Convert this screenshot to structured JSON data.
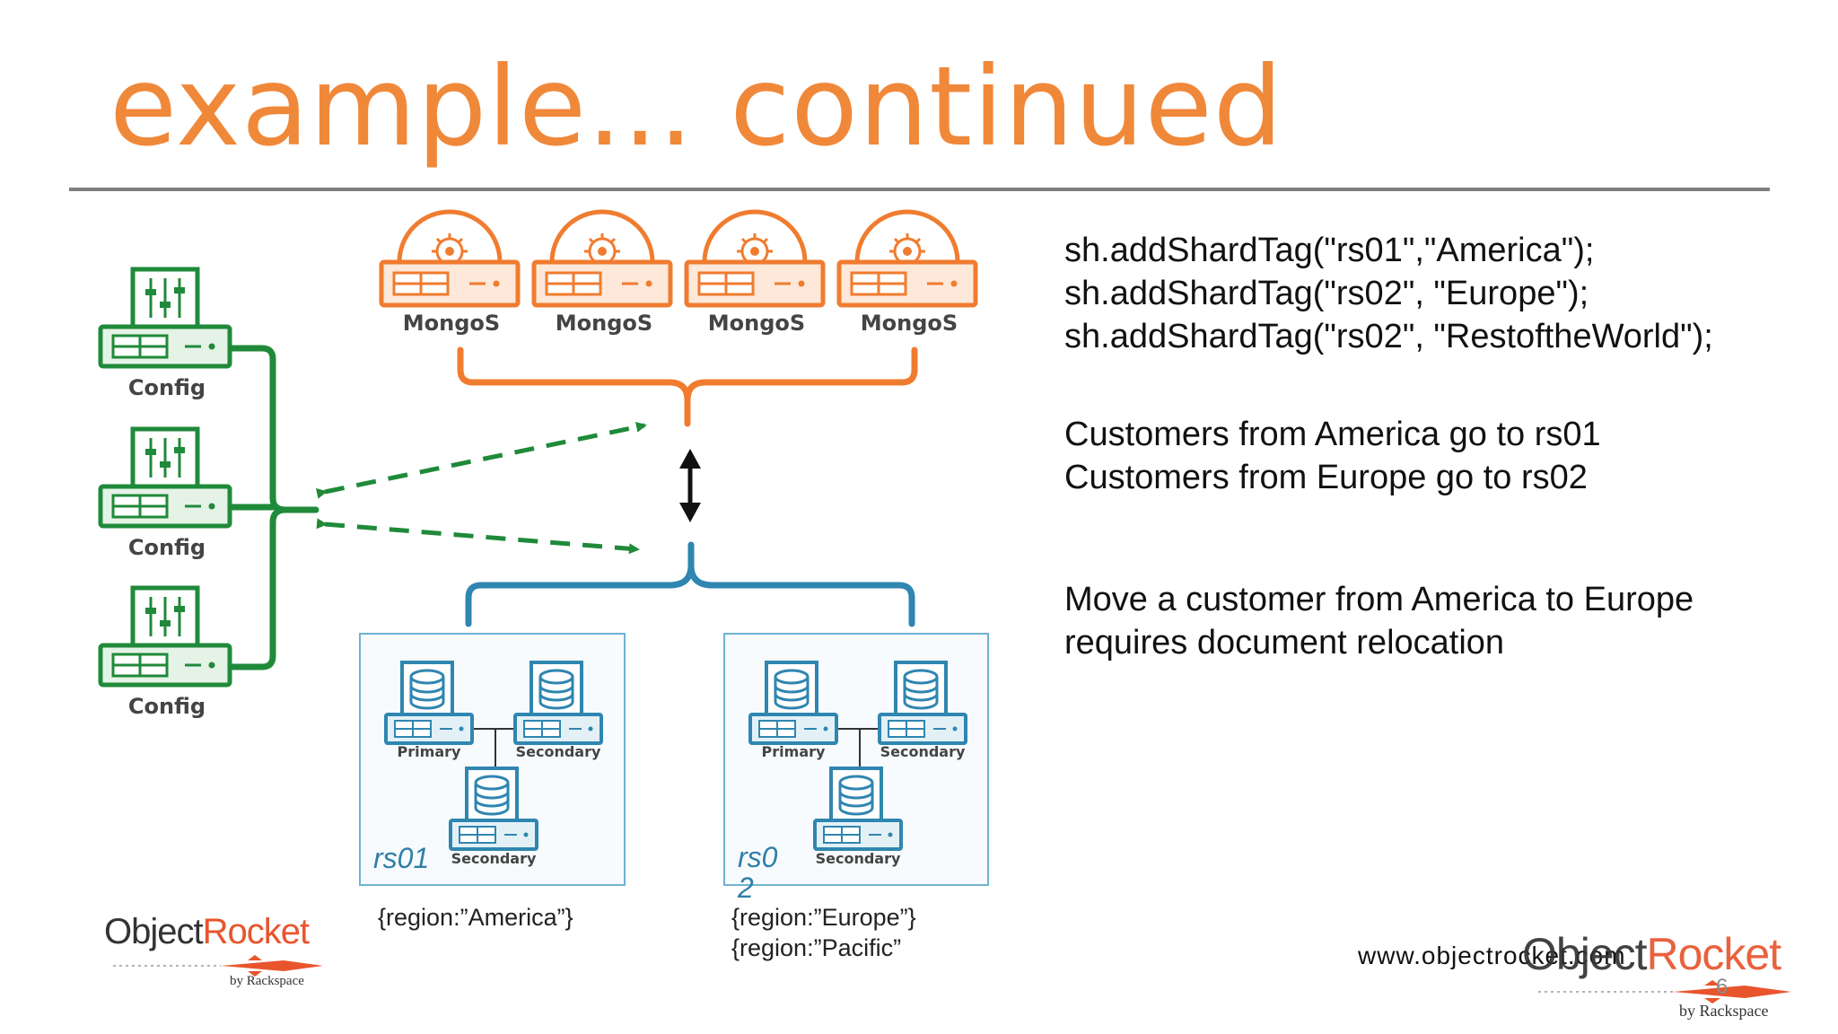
{
  "slide": {
    "title": "example... continued",
    "code_lines": [
      "sh.addShardTag(\"rs01\",\"America\");",
      "sh.addShardTag(\"rs02\", \"Europe\");",
      "sh.addShardTag(\"rs02\", \"RestoftheWorld\");"
    ],
    "notes": [
      [
        "Customers from America go to rs01",
        "Customers from Europe go to rs02"
      ],
      [
        "Move a customer from America to Europe",
        "requires document relocation"
      ]
    ],
    "url": "www.objectrocket.com",
    "page_number": "6"
  },
  "diagram": {
    "mongos_label": "MongoS",
    "config_label": "Config",
    "primary_label": "Primary",
    "secondary_label": "Secondary",
    "shards": [
      {
        "name": "rs01",
        "tags": [
          "{region:”America”}"
        ]
      },
      {
        "name": "rs02",
        "tags": [
          "{region:”Europe”}",
          "{region:”Pacific”"
        ]
      }
    ],
    "colors": {
      "mongos": "#f07c30",
      "config": "#1f8a3a",
      "shard": "#2f86b0",
      "arrow": "#111111"
    }
  },
  "logos": {
    "brand_part1": "Object",
    "brand_part2": "Rocket",
    "byline": "by Rackspace"
  }
}
